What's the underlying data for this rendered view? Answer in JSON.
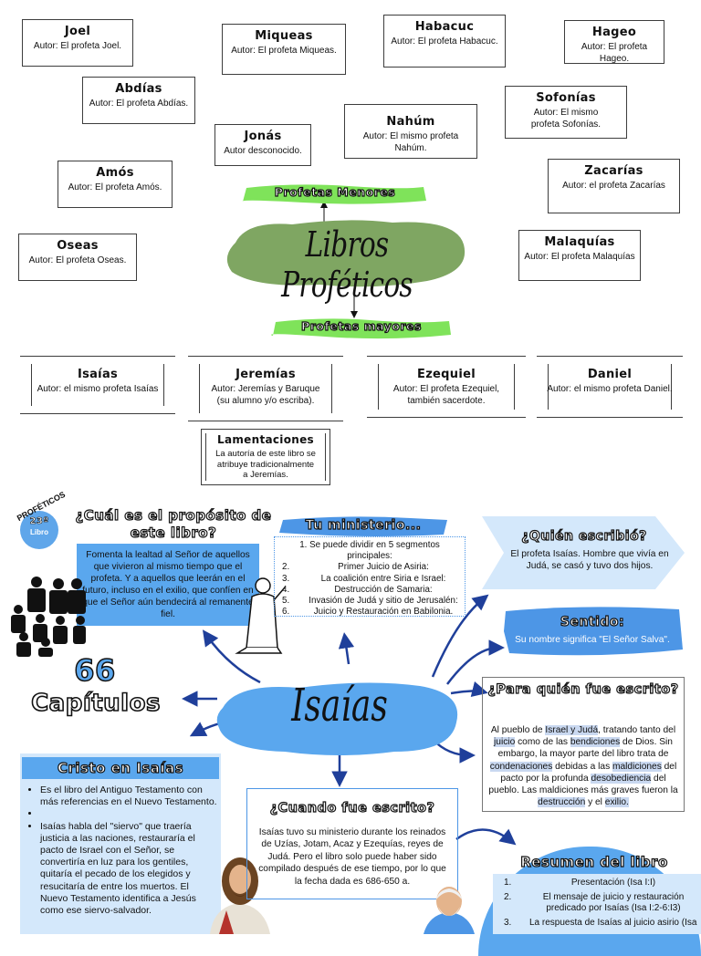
{
  "top": {
    "center_title": "Libros Proféticos",
    "minor_label": "Profetas Menores",
    "major_label": "Profetas mayores",
    "minor": [
      {
        "name": "Joel",
        "desc": "Autor: El profeta Joel."
      },
      {
        "name": "Miqueas",
        "desc": "Autor: El profeta Miqueas."
      },
      {
        "name": "Habacuc",
        "desc": "Autor: El profeta Habacuc."
      },
      {
        "name": "Hageo",
        "desc": "Autor: El profeta Hageo."
      },
      {
        "name": "Abdías",
        "desc": "Autor: El profeta Abdías."
      },
      {
        "name": "Sofonías",
        "desc": "Autor: El mismo profeta Sofonías."
      },
      {
        "name": "Jonás",
        "desc": "Autor desconocido."
      },
      {
        "name": "Nahúm",
        "desc": "Autor: El mismo profeta Nahúm."
      },
      {
        "name": "Amós",
        "desc": "Autor: El profeta Amós."
      },
      {
        "name": "Zacarías",
        "desc": "Autor: el profeta Zacarías"
      },
      {
        "name": "Oseas",
        "desc": "Autor: El profeta Oseas."
      },
      {
        "name": "Malaquías",
        "desc": "Autor: El profeta Malaquías"
      }
    ],
    "major": [
      {
        "name": "Isaías",
        "desc": "Autor: el mismo profeta Isaías"
      },
      {
        "name": "Jeremías",
        "desc": "Autor: Jeremías y Baruque (su alumno y/o escriba)."
      },
      {
        "name": "Ezequiel",
        "desc": "Autor: El profeta Ezequiel, también sacerdote."
      },
      {
        "name": "Daniel",
        "desc": "Autor: el mismo profeta Daniel."
      },
      {
        "name": "Lamentaciones",
        "desc": "La autoría de este libro se atribuye tradicionalmente a Jeremías."
      }
    ]
  },
  "bottom": {
    "badge": {
      "top": "PROFÉTICOS",
      "num": "23º",
      "label": "Libro"
    },
    "center": "Isaías",
    "chapters": {
      "num": "66",
      "label": "Capítulos"
    },
    "purpose": {
      "title": "¿Cuál es el propósito de este libro?",
      "body": "Fomenta la lealtad al Señor de aquellos que vivieron al mismo tiempo que el profeta. Y a aquellos que leerán en el futuro, incluso en el exilio, que confíen en que el Señor aún bendecirá al remanente fiel."
    },
    "ministry": {
      "title": "Tu ministerio...",
      "intro": "1. Se puede dividir en 5 segmentos principales:",
      "items": [
        {
          "n": "2.",
          "t": "Primer Juicio de Asiria:"
        },
        {
          "n": "3.",
          "t": "La coalición entre Siria e Israel:"
        },
        {
          "n": "4.",
          "t": "Destrucción de Samaria:"
        },
        {
          "n": "5.",
          "t": "Invasión de Judá y sitio de Jerusalén:"
        },
        {
          "n": "6.",
          "t": "Juicio y Restauración en Babilonia."
        }
      ]
    },
    "who": {
      "title": "¿Quién escribió?",
      "body": "El profeta Isaías. Hombre que vivía en Judá, se casó y tuvo dos hijos."
    },
    "meaning": {
      "title": "Sentido:",
      "body": "Su nombre significa \"El Señor Salva\"."
    },
    "forwhom": {
      "title": "¿Para quién fue escrito?",
      "p1": "Al pueblo de ",
      "h1": "Israel y Judá",
      "p2": ", tratando tanto del ",
      "h2": "juicio",
      "p3": " como de las ",
      "h3": "bendiciones",
      "p4": " de Dios. Sin embargo, la mayor parte del libro trata de ",
      "h4": "condenaciones",
      "p5": " debidas a las ",
      "h5": "maldiciones",
      "p6": " del pacto por la profunda ",
      "h6": "desobediencia",
      "p7": " del pueblo. Las maldiciones más graves fueron la ",
      "h7": "destrucción",
      "p8": " y el ",
      "h8": "exilio.",
      "p9": ""
    },
    "christ": {
      "title": "Cristo en Isaías",
      "items": [
        "Es el libro del Antiguo Testamento con más referencias en el Nuevo Testamento.",
        "",
        "Isaías habla del \"siervo\" que traería justicia a las naciones, restauraría el pacto de Israel con el Señor, se convertiría en luz para los gentiles, quitaría el pecado de los elegidos y resucitaría de entre los muertos. El Nuevo Testamento identifica a Jesús como ese siervo-salvador."
      ]
    },
    "when": {
      "title": "¿Cuando fue escrito?",
      "body": "Isaías tuvo su ministerio durante los reinados de Uzías, Jotam, Acaz y Ezequías, reyes de Judá. Pero el libro solo puede haber sido compilado después de ese tiempo, por lo que la fecha dada es 686-650 a."
    },
    "summary": {
      "title": "Resumen del libro",
      "items": [
        {
          "n": "1.",
          "t": "Presentación (Isa I:I)"
        },
        {
          "n": "2.",
          "t": "El mensaje de juicio y restauración predicado por Isaías (Isa I:2-6:I3)"
        },
        {
          "n": "3.",
          "t": "La respuesta de Isaías al juicio asirio (Isa"
        }
      ]
    }
  }
}
